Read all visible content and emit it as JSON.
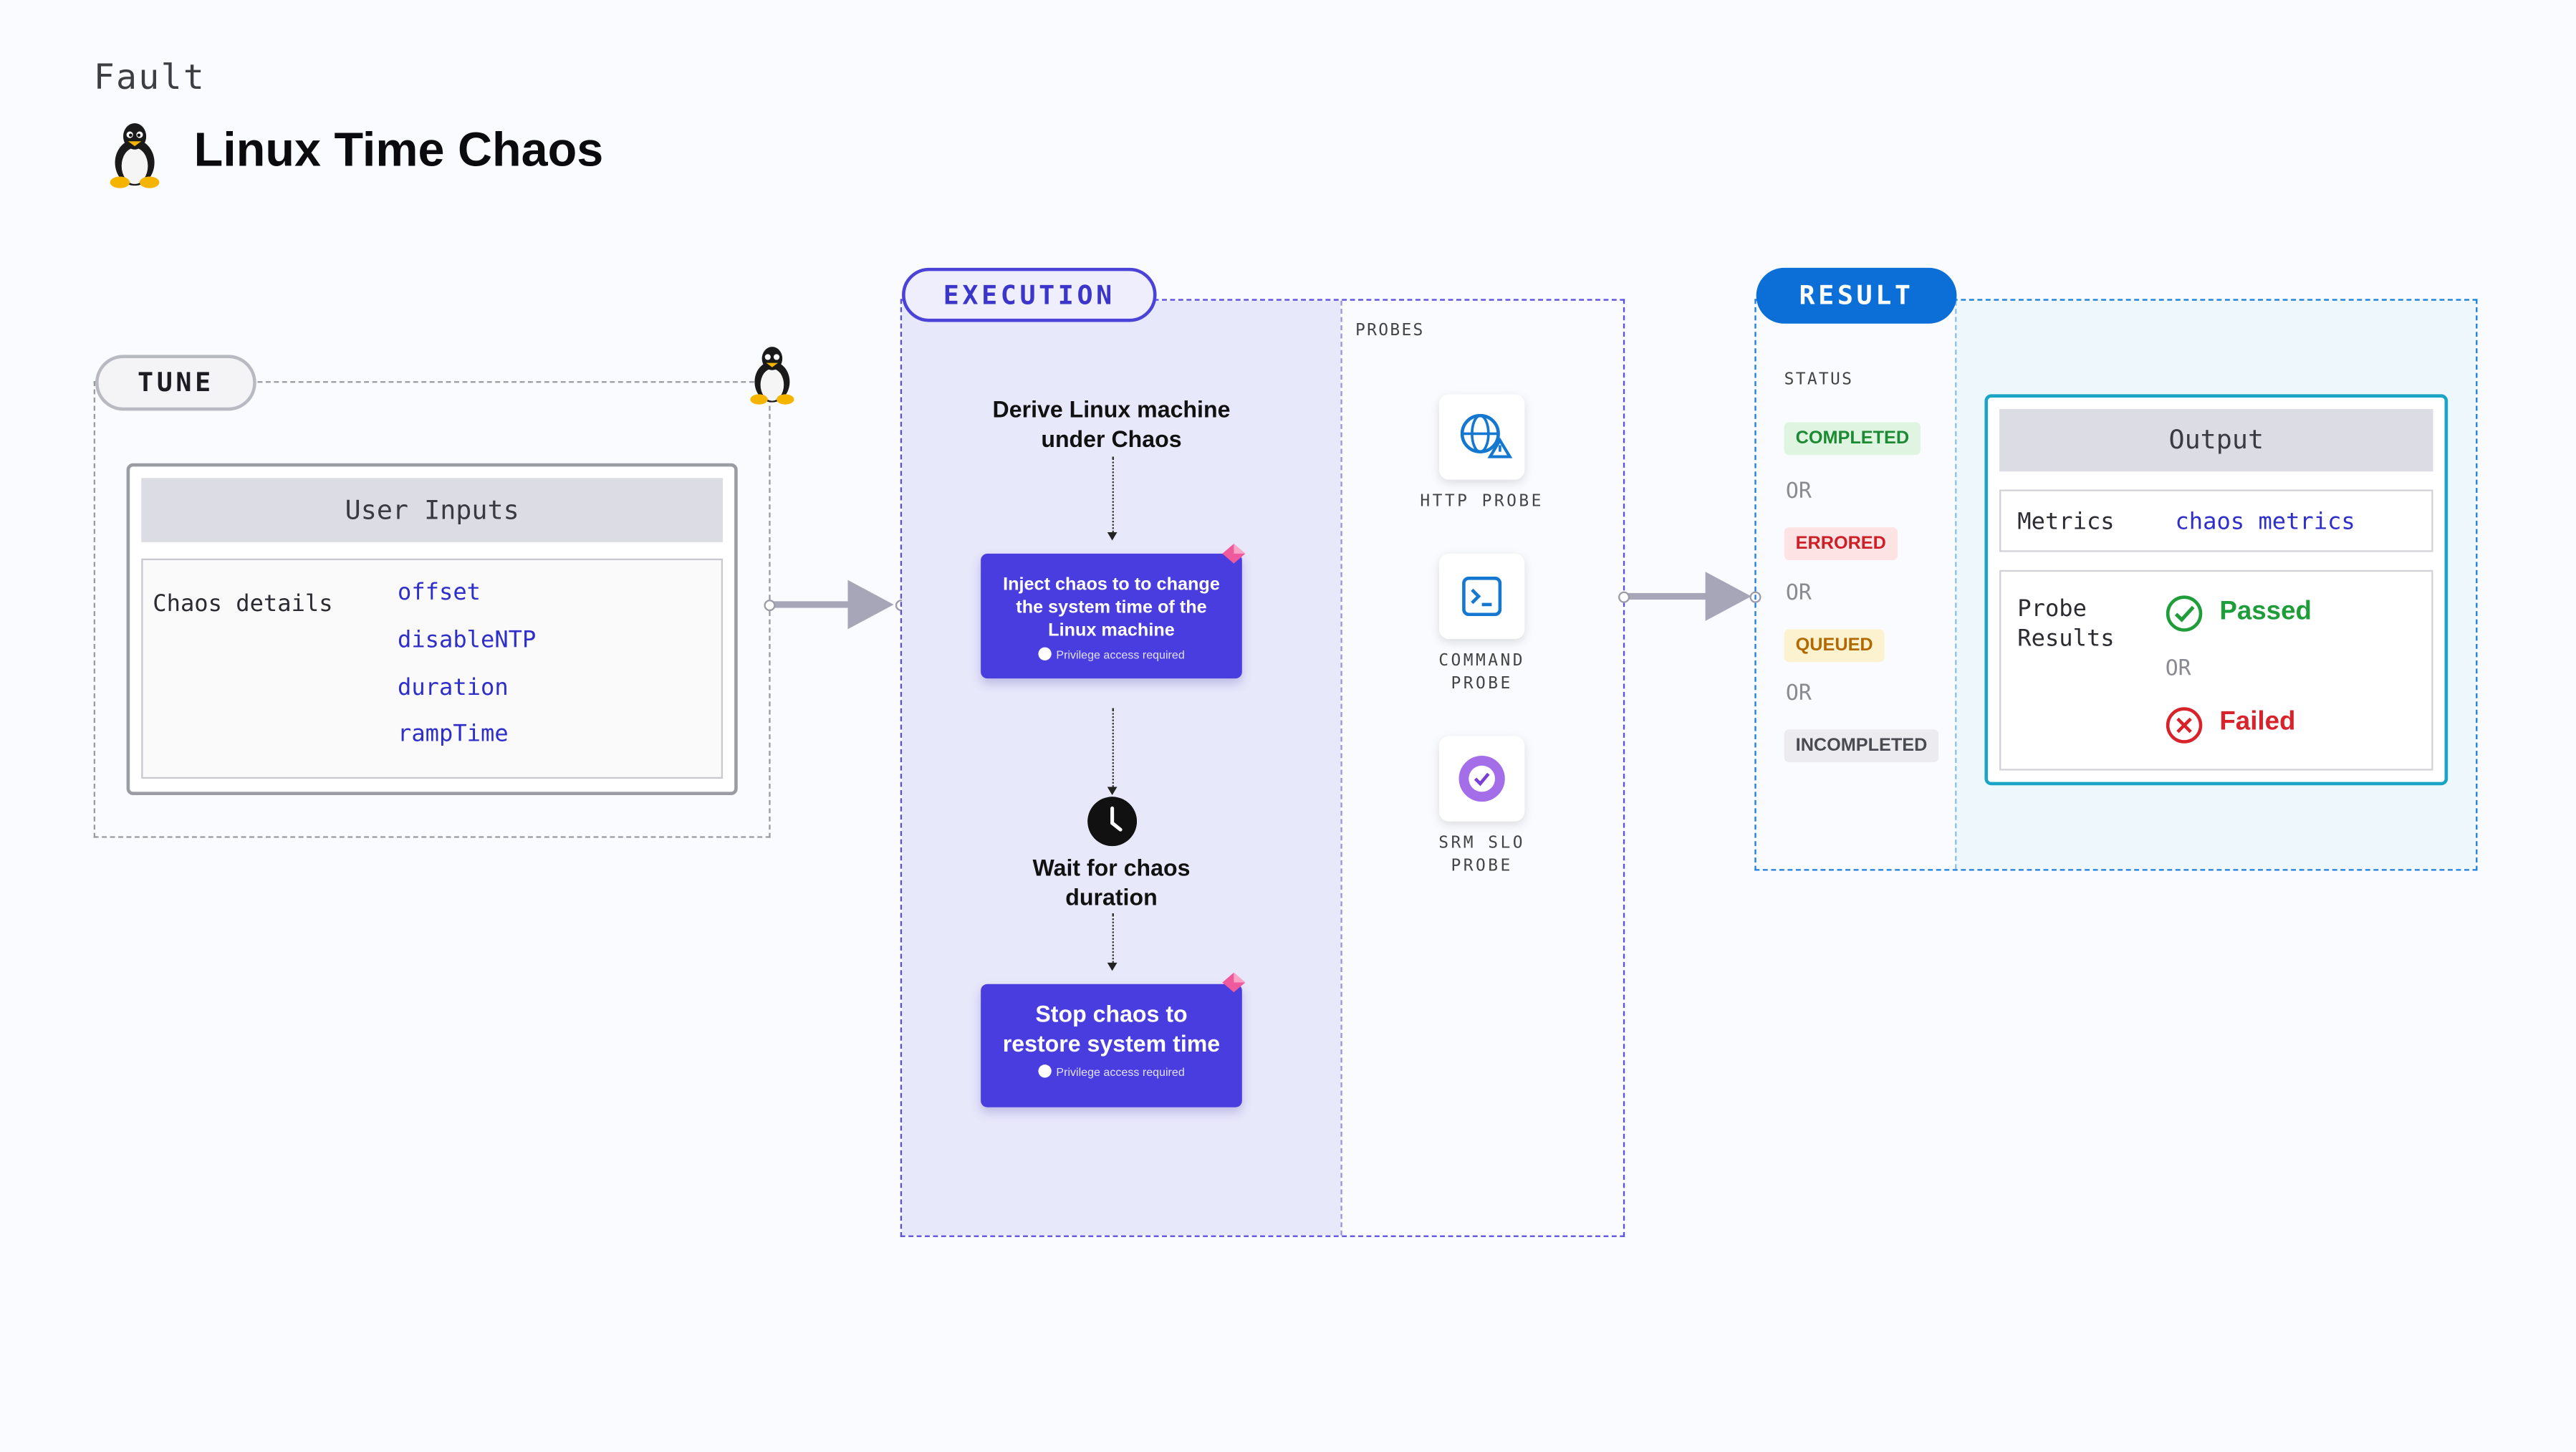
{
  "header": {
    "eyebrow": "Fault",
    "title": "Linux Time Chaos",
    "icon": "linux-tux-icon"
  },
  "tune": {
    "label": "TUNE",
    "user_inputs_title": "User Inputs",
    "chaos_details_label": "Chaos details",
    "params": [
      "offset",
      "disableNTP",
      "duration",
      "rampTime"
    ]
  },
  "execution": {
    "label": "EXECUTION",
    "step1": "Derive Linux machine under Chaos",
    "action1_title": "Inject chaos to to change the system time of the Linux machine",
    "action1_note": "Privilege access required",
    "wait_text": "Wait for chaos duration",
    "action2_title": "Stop chaos to restore system time",
    "action2_note": "Privilege access required",
    "probes_label": "PROBES",
    "probes": [
      {
        "label": "HTTP PROBE",
        "icon": "globe-warning-icon"
      },
      {
        "label": "COMMAND PROBE",
        "icon": "terminal-icon"
      },
      {
        "label": "SRM SLO PROBE",
        "icon": "srm-slo-icon"
      }
    ]
  },
  "result": {
    "label": "RESULT",
    "status_label": "STATUS",
    "or": "OR",
    "statuses": [
      "COMPLETED",
      "ERRORED",
      "QUEUED",
      "INCOMPLETED"
    ],
    "output_title": "Output",
    "metrics_label": "Metrics",
    "metrics_value": "chaos metrics",
    "probe_results_label_1": "Probe",
    "probe_results_label_2": "Results",
    "passed": "Passed",
    "failed": "Failed"
  },
  "colors": {
    "execution_accent": "#4a3ddf",
    "result_accent": "#0c6fd8",
    "passed": "#1f9d3a",
    "failed": "#d8232a",
    "param_text": "#2e2ec9"
  }
}
